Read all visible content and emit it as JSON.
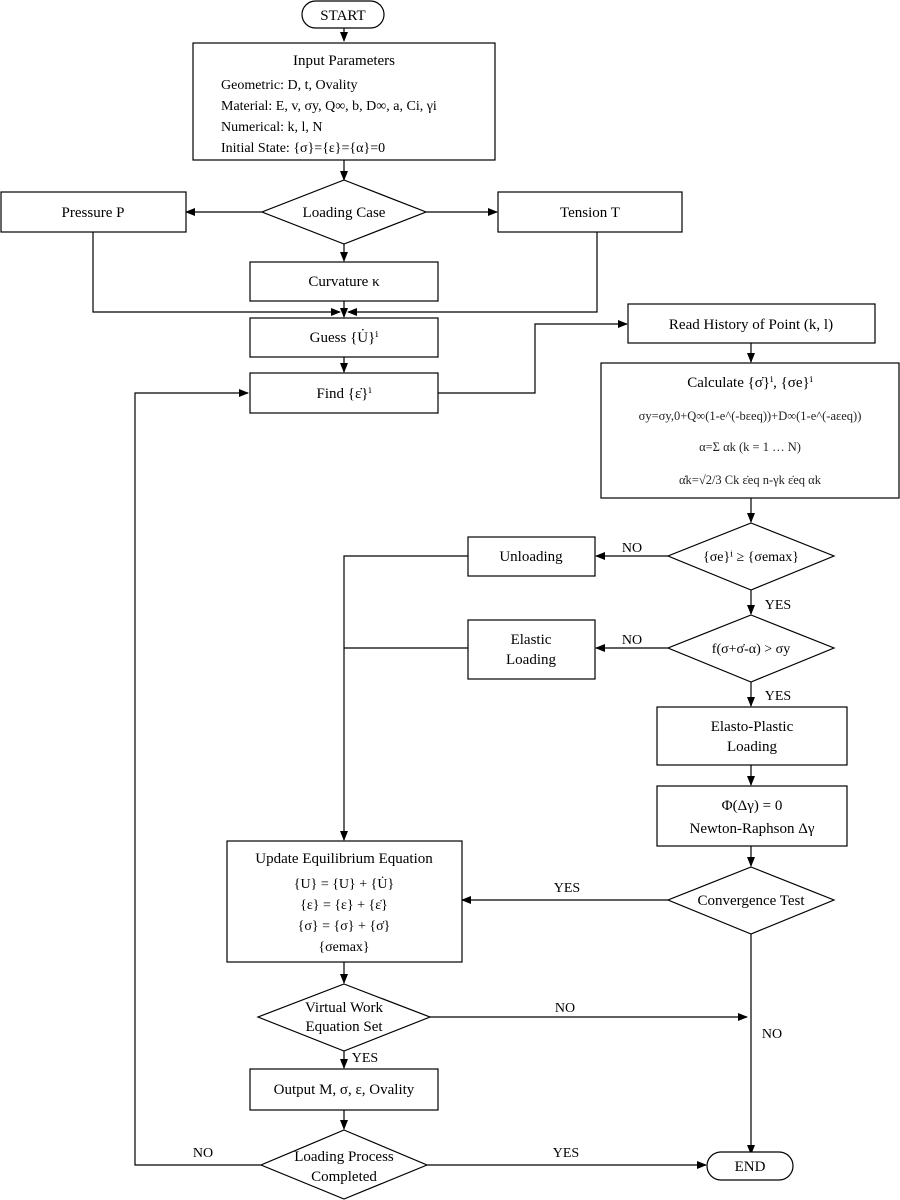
{
  "flowchart": {
    "start": "START",
    "end": "END",
    "input": {
      "title": "Input Parameters",
      "lines": [
        "Geometric: D,  t, Ovality",
        "Material: E, v, σy, Q∞, b, D∞, a, Ci, γi",
        "Numerical:  k, l, N",
        "Initial State:  {σ}={ε}={α}=0"
      ]
    },
    "loading_case": "Loading Case",
    "pressure": "Pressure P",
    "tension": "Tension T",
    "curvature": "Curvature κ",
    "guess": "Guess {U̇}ⁱ",
    "find": "Find {ε̇}ⁱ",
    "read_history": "Read History of Point (k, l)",
    "calculate": {
      "title": "Calculate {σ̇}ⁱ, {σe}ⁱ",
      "eq1": "σy=σy,0+Q∞(1-e^(-bεeq))+D∞(1-e^(-aεeq))",
      "eq2": "α=Σ αk  (k = 1 … N)",
      "eq3": "α̇k=√2/3 Ck ε̇eq n-γk ε̇eq αk"
    },
    "decision1": "{σe}ⁱ ≥ {σemax}",
    "unloading": "Unloading",
    "decision2": "f(σ+σ̇-α) > σy",
    "elastic_loading": [
      "Elastic",
      "Loading"
    ],
    "elasto_plastic": [
      "Elasto-Plastic",
      "Loading"
    ],
    "newton": [
      "Φ(Δγ) = 0",
      "Newton-Raphson Δγ"
    ],
    "convergence": "Convergence Test",
    "update": {
      "title": "Update Equilibrium Equation",
      "lines": [
        "{U} = {U} + {U̇}",
        "{ε} = {ε} + {ε̇}",
        "{σ} = {σ} + {σ̇}",
        "{σemax}"
      ]
    },
    "virtual_work": [
      "Virtual Work",
      "Equation Set"
    ],
    "output": "Output M, σ, ε, Ovality",
    "loading_process": [
      "Loading Process",
      "Completed"
    ],
    "labels": {
      "yes": "YES",
      "no": "NO"
    }
  }
}
